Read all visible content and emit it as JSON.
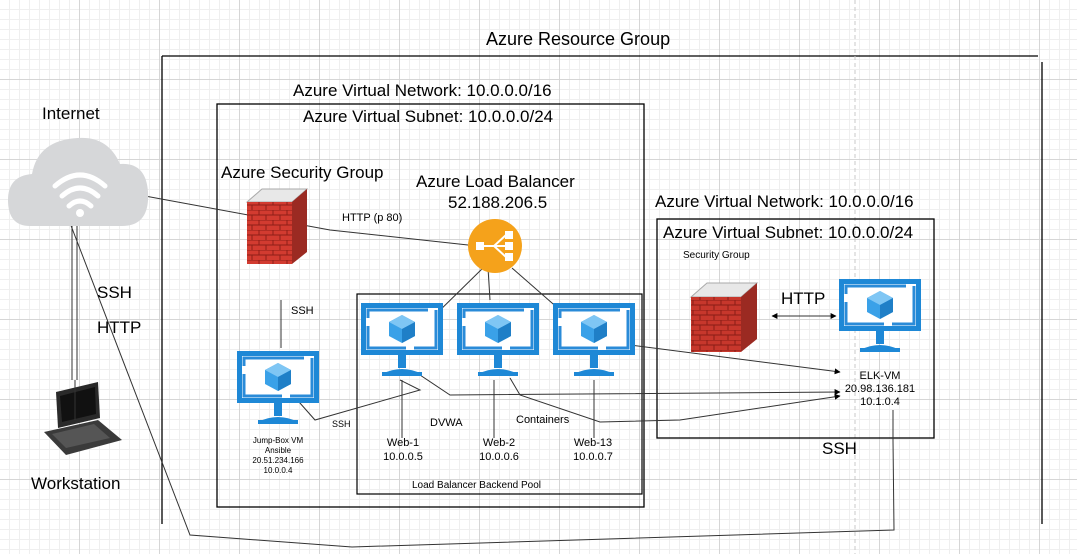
{
  "resource_group": {
    "title": "Azure Resource Group"
  },
  "internet": {
    "label": "Internet"
  },
  "workstation": {
    "label": "Workstation"
  },
  "connections": {
    "ssh": "SSH",
    "http": "HTTP"
  },
  "vnet1": {
    "network": "Azure Virtual Network: 10.0.0.0/16",
    "subnet": "Azure Virtual Subnet: 10.0.0.0/24",
    "security_group": "Azure Security Group",
    "http_rule": "HTTP (p 80)",
    "ssh_label": "SSH",
    "ssh_small": "SSH"
  },
  "load_balancer": {
    "label": "Azure Load Balancer",
    "ip": "52.188.206.5"
  },
  "jump_box": {
    "line1": "Jump-Box VM",
    "line2": "Ansible",
    "line3": "20.51.234.166",
    "line4": "10.0.0.4"
  },
  "backend_pool": {
    "label": "Load Balancer Backend Pool",
    "dvwa": "DVWA",
    "containers": "Containers",
    "vms": [
      {
        "name": "Web-1",
        "ip": "10.0.0.5"
      },
      {
        "name": "Web-2",
        "ip": "10.0.0.6"
      },
      {
        "name": "Web-13",
        "ip": "10.0.0.7"
      }
    ]
  },
  "vnet2": {
    "network": "Azure Virtual Network: 10.0.0.0/16",
    "subnet": "Azure Virtual Subnet: 10.0.0.0/24",
    "security_group": "Security Group",
    "http_label": "HTTP",
    "ssh_label": "SSH"
  },
  "elk": {
    "name": "ELK-VM",
    "ip_public": "20.98.136.181",
    "ip_private": "10.1.0.4"
  },
  "colors": {
    "vm_blue": "#1e88d6",
    "vm_frame": "#2a8bd8",
    "cube": "#3aa1e8",
    "firewall_red": "#d23b30",
    "lb_orange": "#f5a21b",
    "cloud_gray": "#d6d7d9"
  },
  "icons": [
    "cloud-wifi-icon",
    "firewall-icon",
    "load-balancer-icon",
    "virtual-machine-icon",
    "workstation-icon"
  ]
}
